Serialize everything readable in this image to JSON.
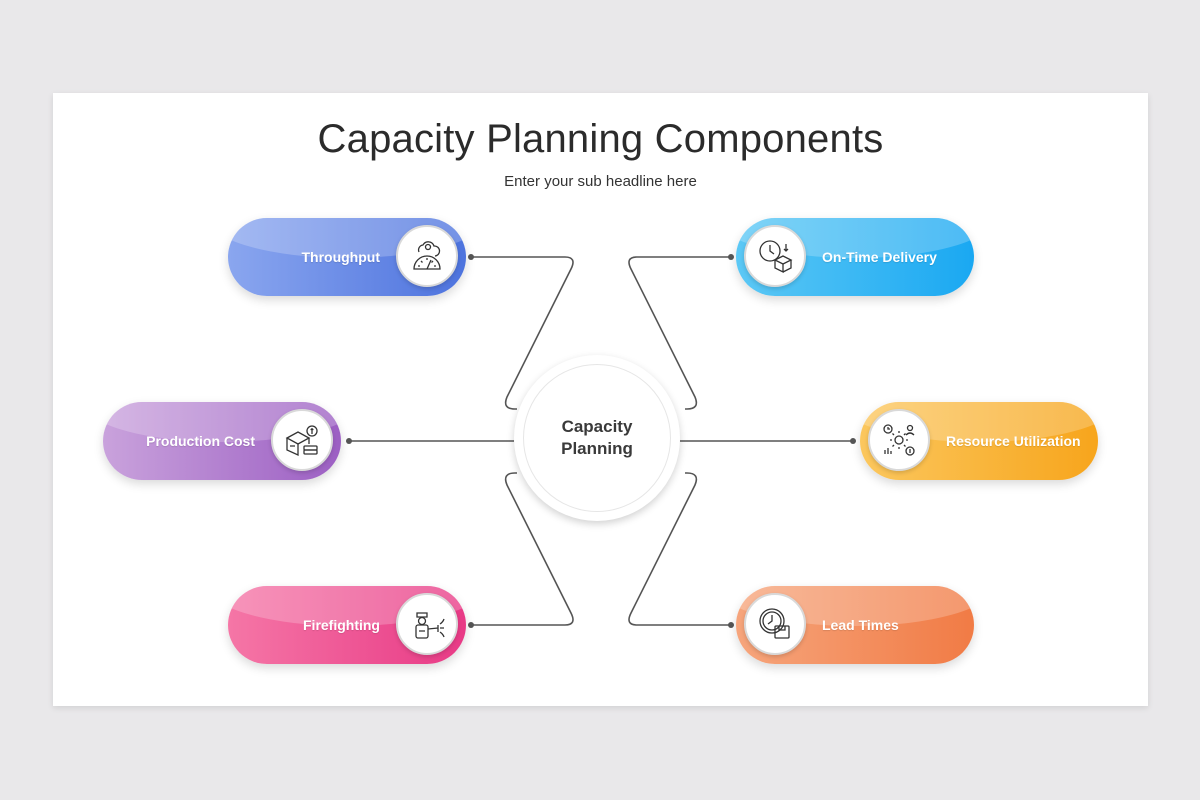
{
  "title": "Capacity Planning Components",
  "subtitle": "Enter your sub headline here",
  "center": {
    "label": "Capacity\nPlanning"
  },
  "items": [
    {
      "label": "Throughput",
      "icon": "gauge-cloud-icon",
      "color": "#5b7fe0"
    },
    {
      "label": "Production Cost",
      "icon": "box-coins-icon",
      "color": "#a96ccb"
    },
    {
      "label": "Firefighting",
      "icon": "firefighter-hose-icon",
      "color": "#ec4d8e"
    },
    {
      "label": "On-Time Delivery",
      "icon": "clock-box-icon",
      "color": "#2ab0f3"
    },
    {
      "label": "Resource Utilization",
      "icon": "gear-network-icon",
      "color": "#f9b233"
    },
    {
      "label": "Lead Times",
      "icon": "clock-package-icon",
      "color": "#f38a55"
    }
  ],
  "colors": {
    "connector": "#555555",
    "background": "#e9e8ea",
    "slide": "#ffffff"
  }
}
